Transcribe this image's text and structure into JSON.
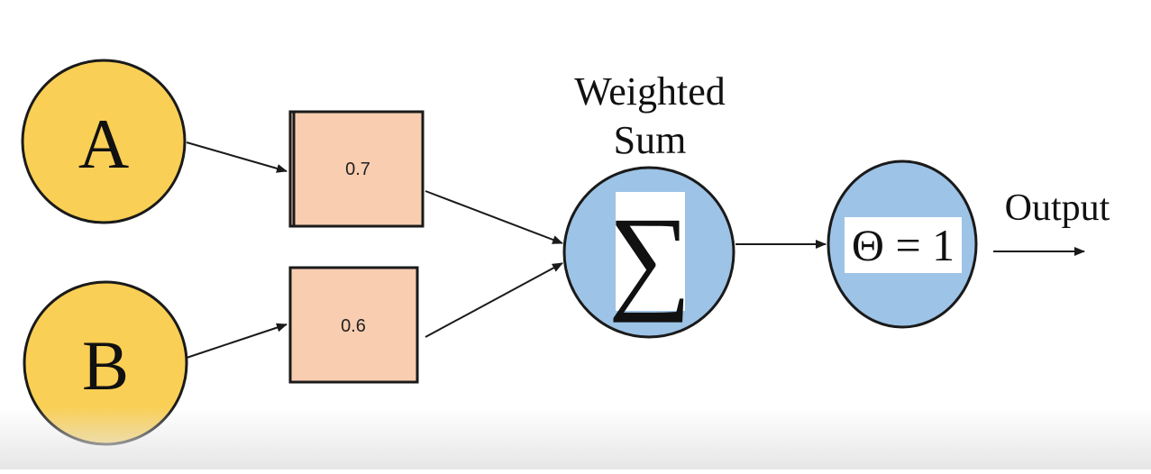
{
  "diagram": {
    "inputs": [
      {
        "label": "A"
      },
      {
        "label": "B"
      }
    ],
    "weights": [
      {
        "value": "0.7"
      },
      {
        "value": "0.6"
      }
    ],
    "sum_node": {
      "title_line1": "Weighted",
      "title_line2": "Sum",
      "symbol": "∑"
    },
    "threshold_node": {
      "text": "Θ = 1"
    },
    "output": {
      "label": "Output"
    },
    "colors": {
      "input_fill": "#f9cf55",
      "weight_fill": "#f9cdb0",
      "node_fill": "#9dc3e6",
      "stroke": "#1a1a1a"
    }
  }
}
